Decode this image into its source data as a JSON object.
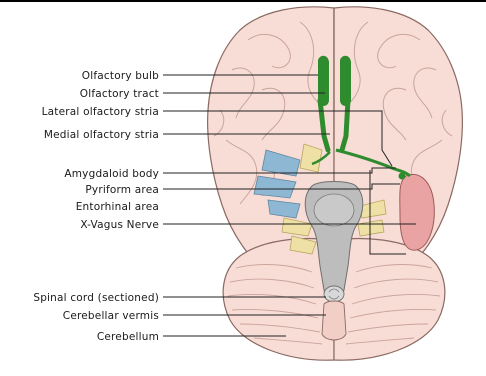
{
  "labels": {
    "olfactory_bulb": "Olfactory bulb",
    "olfactory_tract": "Olfactory tract",
    "lateral_olfactory_stria": "Lateral olfactory stria",
    "medial_olfactory_stria": "Medial olfactory stria",
    "amygdaloid_body": "Amygdaloid body",
    "pyriform_area": "Pyriform area",
    "entorhinal_area": "Entorhinal area",
    "x_vagus_nerve": "X-Vagus Nerve",
    "spinal_cord": "Spinal cord (sectioned)",
    "cerebellar_vermis": "Cerebellar vermis",
    "cerebellum": "Cerebellum"
  },
  "colors": {
    "brain_fill": "#f8ddd6",
    "brain_outline": "#8a6a62",
    "olfactory_green": "#2e8b2e",
    "pyriform_pink": "#e9a3a3",
    "brainstem_gray": "#bdbdbd",
    "nerve_blue": "#8eb7d4",
    "nerve_yellow": "#efe1a6",
    "leader_line": "#222222"
  }
}
